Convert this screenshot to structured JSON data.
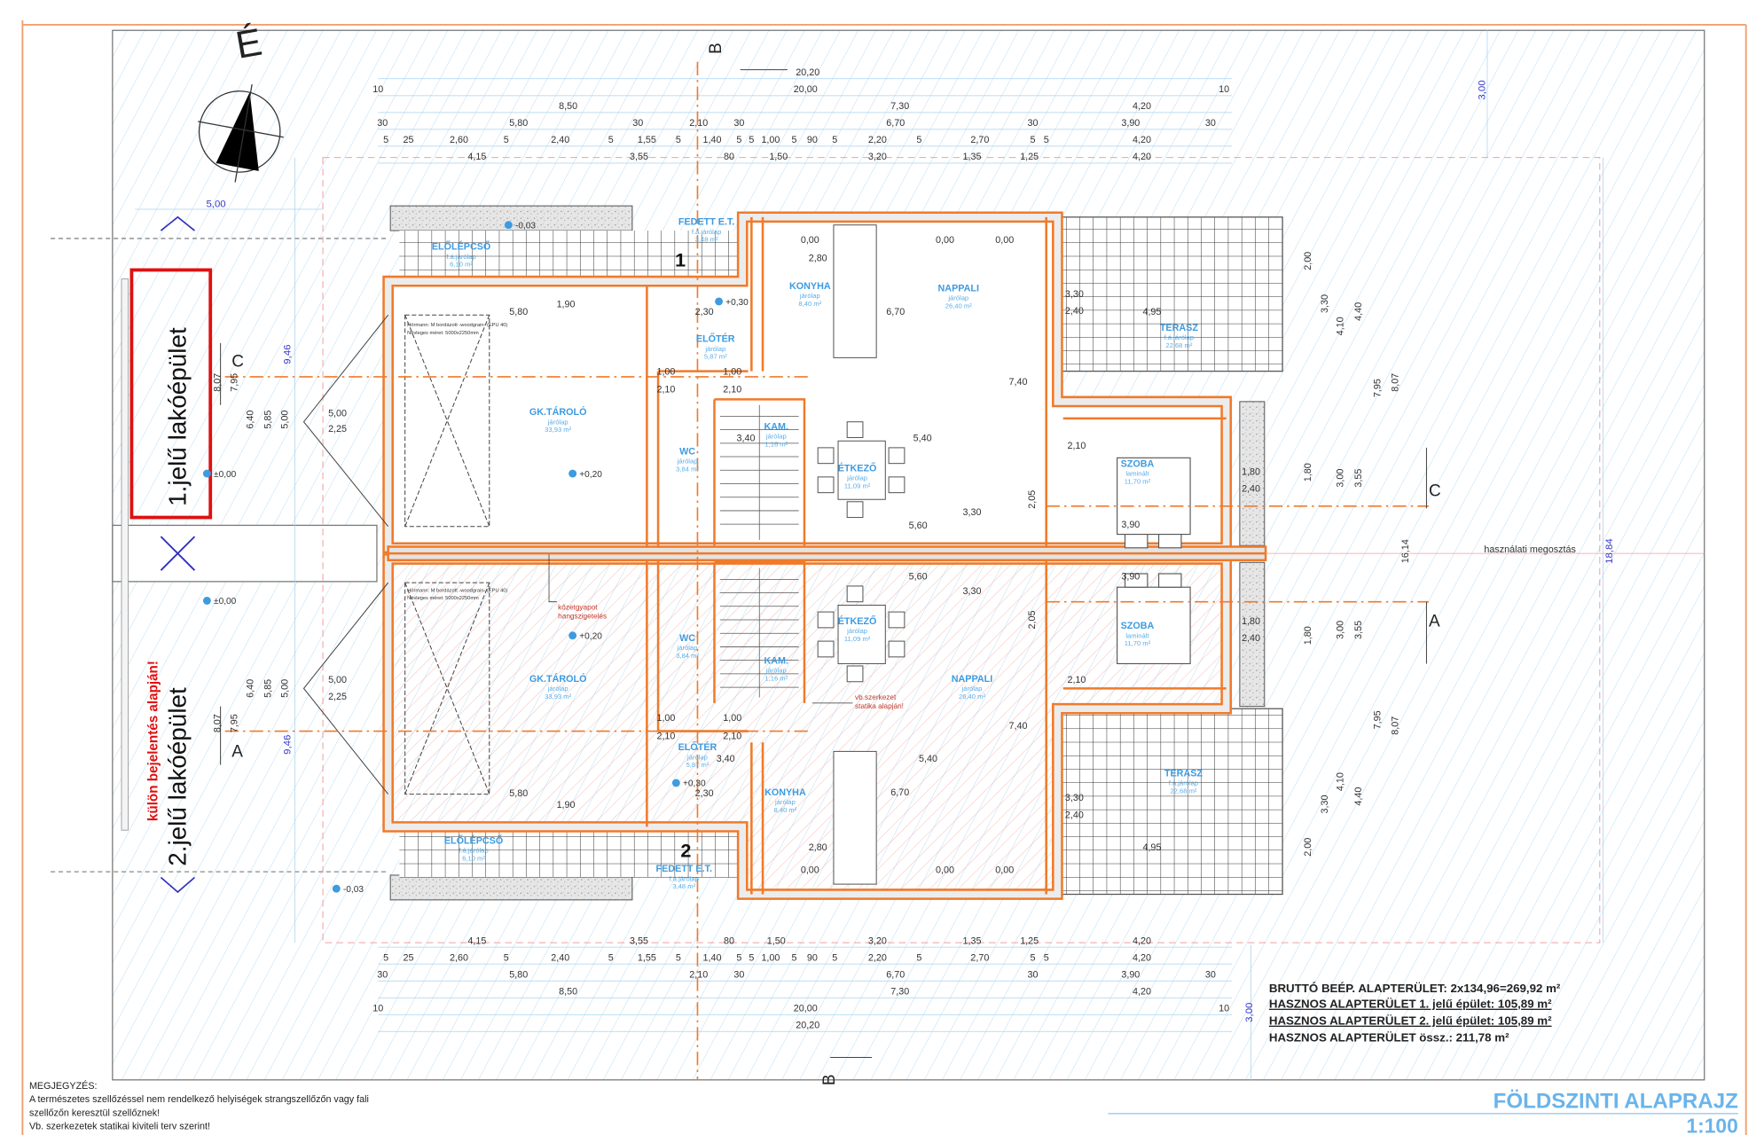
{
  "colors": {
    "wall": "#f07a2a",
    "dimension": "#8cc4ec",
    "room_label": "#3d9be0",
    "highlight": "#e01010",
    "title": "#5aaee8"
  },
  "north_label": "É",
  "buildings": {
    "first": "1.jelű lakóépület",
    "second": "2.jelű lakóépület",
    "second_note": "külön bejelentés alapján!",
    "number_1": "1",
    "number_2": "2"
  },
  "sections": {
    "c_left": "C",
    "c_right": "C",
    "a_left": "A",
    "a_right": "A",
    "b_top": "B",
    "b_bottom": "B"
  },
  "usage_split_label": "használati megosztás",
  "overall_dims": {
    "depth": "18,84",
    "inner_depth": "16,14",
    "setback_top": "3,00",
    "setback_bottom": "3,00",
    "left_top": "9,46",
    "left_bottom": "9,46",
    "front": "5,00"
  },
  "top_dims": [
    [
      "20,20"
    ],
    [
      "10",
      "20,00",
      "10"
    ],
    [
      "8,50",
      "7,30",
      "4,20"
    ],
    [
      "30",
      "5,80",
      "30",
      "2,10",
      "30",
      "6,70",
      "30",
      "3,90",
      "30"
    ],
    [
      "5",
      "25",
      "2,60",
      "5",
      "2,40",
      "5",
      "1,55",
      "5",
      "1,40",
      "5",
      "5",
      "1,00",
      "5",
      "90",
      "5",
      "2,20",
      "5",
      "2,70",
      "5",
      "5",
      "4,20"
    ],
    [
      "4,15",
      "3,55",
      "80",
      "1,50",
      "3,20",
      "1,35",
      "1,25",
      "4,20"
    ]
  ],
  "bottom_dims": [
    [
      "4,15",
      "3,55",
      "80",
      "1,50",
      "3,20",
      "1,35",
      "1,25",
      "4,20"
    ],
    [
      "5",
      "25",
      "2,60",
      "5",
      "2,40",
      "5",
      "1,55",
      "5",
      "1,40",
      "5",
      "5",
      "1,00",
      "5",
      "90",
      "5",
      "2,20",
      "5",
      "2,70",
      "5",
      "5",
      "4,20"
    ],
    [
      "30",
      "5,80",
      "2,10",
      "30",
      "6,70",
      "30",
      "3,90",
      "30"
    ],
    [
      "8,50",
      "7,30",
      "4,20"
    ],
    [
      "10",
      "20,00",
      "10"
    ],
    [
      "20,20"
    ]
  ],
  "interior_dims": [
    "5,80",
    "1,90",
    "5,80",
    "1,90",
    "2,30",
    "2,30",
    "1,00",
    "2,10",
    "1,00",
    "2,10",
    "1,00",
    "2,10",
    "1,00",
    "2,10",
    "3,40",
    "3,40",
    "5,40",
    "5,40",
    "6,70",
    "6,70",
    "5,60",
    "3,30",
    "5,60",
    "3,30",
    "3,90",
    "3,90",
    "2,80",
    "2,80",
    "4,95",
    "4,95",
    "3,30",
    "2,40",
    "3,30",
    "2,40",
    "1,80",
    "2,40",
    "1,80",
    "2,40",
    "0,00",
    "0,00",
    "0,00",
    "0,00",
    "0,00",
    "0,00",
    "2,10",
    "2,10",
    "7,40",
    "7,40",
    "2,05",
    "2,05"
  ],
  "left_dims": [
    "8,07",
    "7,95",
    "6,40",
    "5,85",
    "5,00",
    "5,00",
    "2,25",
    "8,07",
    "7,95",
    "6,40",
    "5,85",
    "5,00",
    "5,00",
    "2,25"
  ],
  "right_dims": [
    "7,95",
    "8,07",
    "3,55",
    "3,00",
    "1,80",
    "4,40",
    "4,10",
    "3,30",
    "2,00",
    "7,95",
    "8,07",
    "3,55",
    "3,00",
    "1,80",
    "4,40",
    "4,10",
    "3,30",
    "2,00"
  ],
  "levels": [
    "±0,00",
    "±0,00",
    "+0,20",
    "+0,20",
    "-0,03",
    "-0,03",
    "+0,30",
    "+0,30"
  ],
  "rooms": [
    {
      "name": "ELŐLÉPCSŐ",
      "floor": "f.á.járólap",
      "area": "6,10 m²"
    },
    {
      "name": "FEDETT E.T.",
      "floor": "f.á.járólap",
      "area": "3,48 m²"
    },
    {
      "name": "KONYHA",
      "floor": "járólap",
      "area": "8,40 m²"
    },
    {
      "name": "NAPPALI",
      "floor": "járólap",
      "area": "26,40 m²"
    },
    {
      "name": "TERASZ",
      "floor": "f.á.járólap",
      "area": "22,68 m²"
    },
    {
      "name": "ELŐTÉR",
      "floor": "járólap",
      "area": "5,87 m²"
    },
    {
      "name": "GK.TÁROLÓ",
      "floor": "járólap",
      "area": "33,93 m²"
    },
    {
      "name": "WC",
      "floor": "járólap",
      "area": "3,84 m²"
    },
    {
      "name": "KAM.",
      "floor": "járólap",
      "area": "1,16 m²"
    },
    {
      "name": "ÉTKEZŐ",
      "floor": "járólap",
      "area": "11,09 m²"
    },
    {
      "name": "SZOBA",
      "floor": "laminált",
      "area": "11,70 m²"
    },
    {
      "name": "ELŐLÉPCSŐ",
      "floor": "f.á.járólap",
      "area": "6,10 m²"
    },
    {
      "name": "FEDETT E.T.",
      "floor": "f.á.járólap",
      "area": "3,48 m²"
    },
    {
      "name": "KONYHA",
      "floor": "járólap",
      "area": "8,40 m²"
    },
    {
      "name": "NAPPALI",
      "floor": "járólap",
      "area": "26,40 m²"
    },
    {
      "name": "TERASZ",
      "floor": "f.á.járólap",
      "area": "22,68 m²"
    },
    {
      "name": "ELŐTÉR",
      "floor": "járólap",
      "area": "5,87 m²"
    },
    {
      "name": "GK.TÁROLÓ",
      "floor": "járólap",
      "area": "33,93 m²"
    },
    {
      "name": "WC",
      "floor": "járólap",
      "area": "3,84 m²"
    },
    {
      "name": "KAM.",
      "floor": "járólap",
      "area": "1,16 m²"
    },
    {
      "name": "ÉTKEZŐ",
      "floor": "járólap",
      "area": "11,09 m²"
    },
    {
      "name": "SZOBA",
      "floor": "laminált",
      "area": "11,70 m²"
    }
  ],
  "annotations": {
    "garage_door_1": "Hörmann: M bordázott -woodgrain- (EPU 40)",
    "garage_door_2": "Névleges méret: 5000x2250mm",
    "insulation_1": "kőzetgyapot",
    "insulation_2": "hangszigetelés",
    "structure_1": "vb.szerkezet",
    "structure_2": "statika alapján!"
  },
  "summary": {
    "gross": "BRUTTÓ BEÉP. ALAPTERÜLET:  2x134,96=269,92  m²",
    "net_1": "HASZNOS ALAPTERÜLET 1. jelű épület: 105,89  m²",
    "net_2": "HASZNOS ALAPTERÜLET 2. jelű épület: 105,89  m²",
    "net_total": "HASZNOS ALAPTERÜLET össz.: 211,78 m²"
  },
  "notes": {
    "heading": "MEGJEGYZÉS:",
    "line1": "A természetes szellőzéssel  nem rendelkező helyiségek strangszellőzőn vagy fali",
    "line2": "szellőzőn keresztül szellőznek!",
    "line3": "Vb. szerkezetek statikai kiviteli terv szerint!"
  },
  "title": {
    "name": "FÖLDSZINTI ALAPRAJZ",
    "scale": "1:100"
  }
}
